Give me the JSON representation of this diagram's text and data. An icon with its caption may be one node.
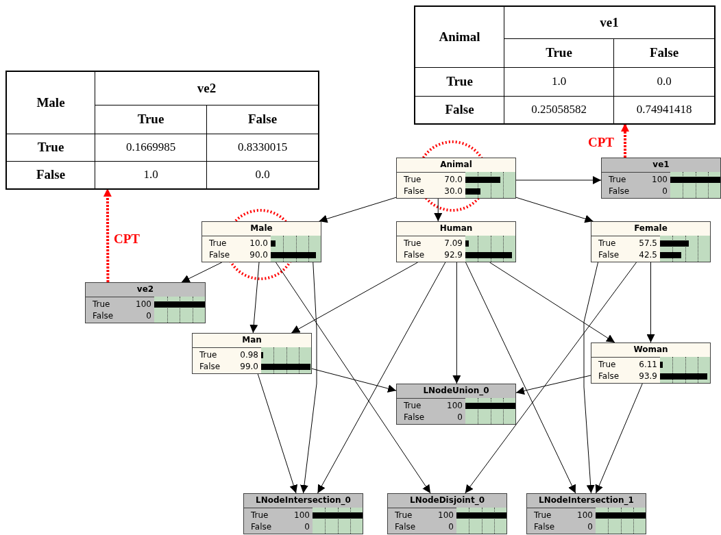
{
  "diagram": {
    "nodes": [
      {
        "text": [
          "Animal",
          "True",
          "70.0",
          "False",
          "30.0"
        ]
      },
      {
        "text": [
          "ve1",
          "True",
          "100",
          "False",
          "0"
        ]
      },
      {
        "text": [
          "Male",
          "True",
          "10.0",
          "False",
          "90.0"
        ]
      },
      {
        "text": [
          "Human",
          "True",
          "7.09",
          "False",
          "92.9"
        ]
      },
      {
        "text": [
          "Female",
          "True",
          "57.5",
          "False",
          "42.5"
        ]
      },
      {
        "text": [
          "ve2",
          "True",
          "100",
          "False",
          "0"
        ]
      },
      {
        "text": [
          "Man",
          "True",
          "0.98",
          "False",
          "99.0"
        ]
      },
      {
        "text": [
          "Woman",
          "True",
          "6.11",
          "False",
          "93.9"
        ]
      },
      {
        "text": [
          "LNodeUnion_0",
          "True",
          "100",
          "False",
          "0"
        ]
      },
      {
        "text": [
          "LNodeIntersection_0",
          "True",
          "100",
          "False",
          "0"
        ]
      },
      {
        "text": [
          "LNodeDisjoint_0",
          "True",
          "100",
          "False",
          "0"
        ]
      },
      {
        "text": [
          "LNodeIntersection_1",
          "True",
          "100",
          "False",
          "0"
        ]
      },
      {
        "text": [
          "Male",
          "ve2",
          "True",
          "False",
          "True",
          "0.1669985",
          "0.8330015",
          "False",
          "1.0",
          "0.0"
        ]
      },
      {
        "text": [
          "Animal",
          "ve1",
          "True",
          "False",
          "True",
          "1.0",
          "0.0",
          "False",
          "0.25058582",
          "0.74941418"
        ]
      }
    ],
    "edges": [
      {
        "from": 0,
        "to": 1,
        "arrow": "to"
      },
      {
        "from": 0,
        "to": 2,
        "arrow": "to"
      },
      {
        "from": 0,
        "to": 3,
        "arrow": "to"
      },
      {
        "from": 0,
        "to": 4,
        "arrow": "to"
      },
      {
        "from": 2,
        "to": 5,
        "arrow": "to"
      },
      {
        "from": 2,
        "to": 6,
        "arrow": "to"
      },
      {
        "from": 2,
        "to": 9,
        "arrow": "to"
      },
      {
        "from": 2,
        "to": 10,
        "arrow": "to"
      },
      {
        "from": 3,
        "to": 6,
        "arrow": "to"
      },
      {
        "from": 3,
        "to": 9,
        "arrow": "to"
      },
      {
        "from": 3,
        "to": 8,
        "arrow": "to"
      },
      {
        "from": 3,
        "to": 7,
        "arrow": "to"
      },
      {
        "from": 3,
        "to": 11,
        "arrow": "to"
      },
      {
        "from": 6,
        "to": 9,
        "arrow": "to"
      },
      {
        "from": 6,
        "to": 8,
        "arrow": "to"
      },
      {
        "from": 4,
        "to": 7,
        "arrow": "to"
      },
      {
        "from": 4,
        "to": 10,
        "arrow": "to"
      },
      {
        "from": 4,
        "to": 11,
        "arrow": "to"
      },
      {
        "from": 7,
        "to": 8,
        "arrow": "to"
      },
      {
        "from": 7,
        "to": 11,
        "arrow": "to"
      },
      {
        "from": 5,
        "to": 12,
        "arrow": "to",
        "label": "CPT",
        "style": "dashed",
        "color": "#ff0000"
      },
      {
        "from": 1,
        "to": 13,
        "arrow": "to",
        "label": "CPT",
        "style": "dashed",
        "color": "#ff0000"
      }
    ]
  }
}
